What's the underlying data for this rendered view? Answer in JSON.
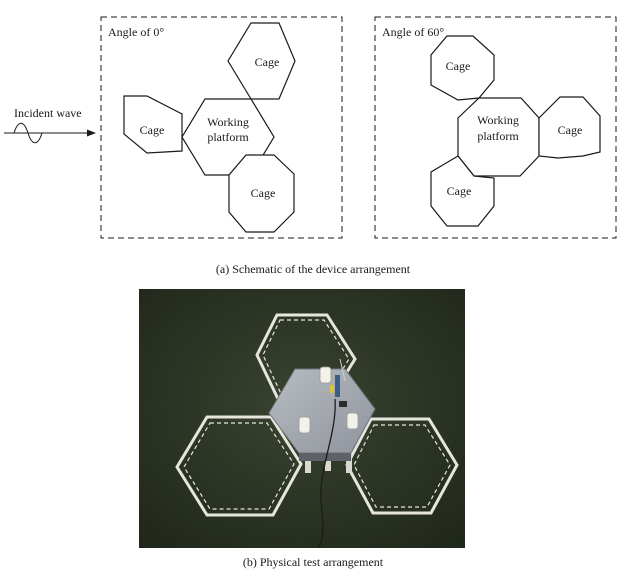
{
  "schematic": {
    "incident_wave_label": "Incident wave",
    "panel_left": {
      "title": "Angle of 0°",
      "cage_label": "Cage",
      "platform_label_line1": "Working",
      "platform_label_line2": "platform"
    },
    "panel_right": {
      "title": "Angle of 60°",
      "cage_label": "Cage",
      "platform_label_line1": "Working",
      "platform_label_line2": "platform"
    },
    "caption": "(a) Schematic of the device arrangement"
  },
  "photo": {
    "caption": "(b) Physical test arrangement",
    "colors": {
      "water": "#2e3726",
      "platform": "#a7abb3",
      "frame": "#e6e6df"
    }
  }
}
